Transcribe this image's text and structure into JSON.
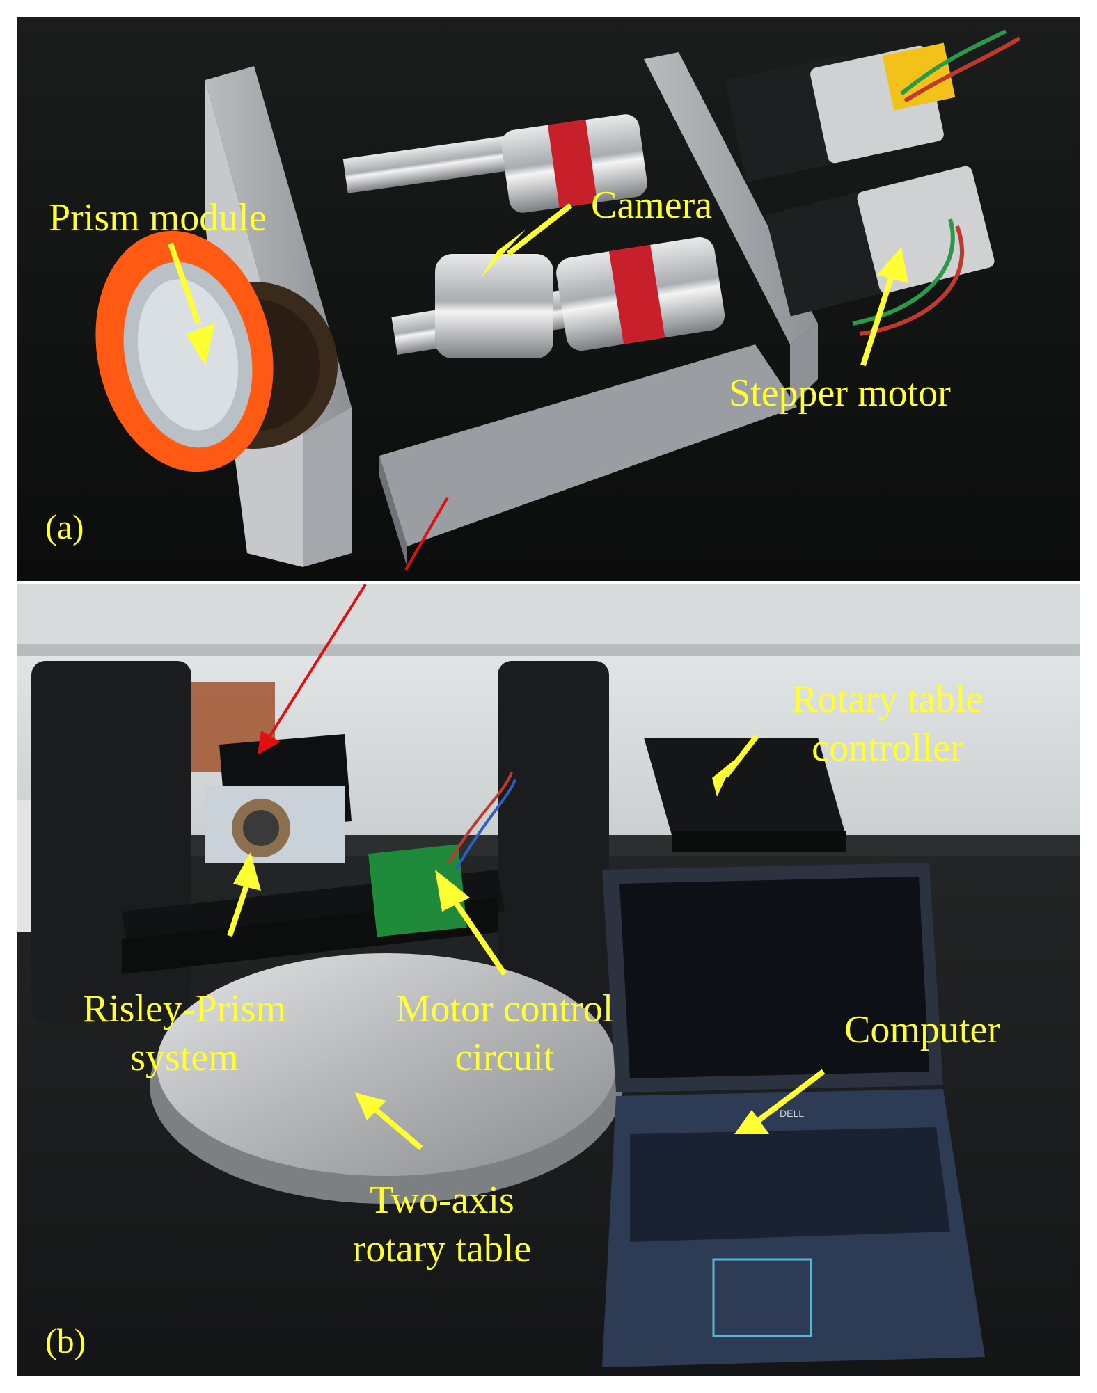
{
  "panel_a": {
    "tag": "(a)",
    "labels": {
      "prism_module": "Prism module",
      "camera": "Camera",
      "stepper_motor": "Stepper motor"
    }
  },
  "panel_b": {
    "tag": "(b)",
    "labels": {
      "rotary_table_controller_line1": "Rotary table",
      "rotary_table_controller_line2": "controller",
      "risley_line1": "Risley-Prism",
      "risley_line2": "system",
      "motor_circuit_line1": "Motor control",
      "motor_circuit_line2": "circuit",
      "computer": "Computer",
      "two_axis_line1": "Two-axis",
      "two_axis_line2": "rotary table"
    },
    "laptop_brand": "DELL"
  },
  "colors": {
    "annotation": "#ffff33",
    "connector_arrow": "#e01010",
    "prism_frame": "#ff5a14",
    "coupling_insert": "#d42020",
    "circuit_board": "#1f8a3a"
  }
}
